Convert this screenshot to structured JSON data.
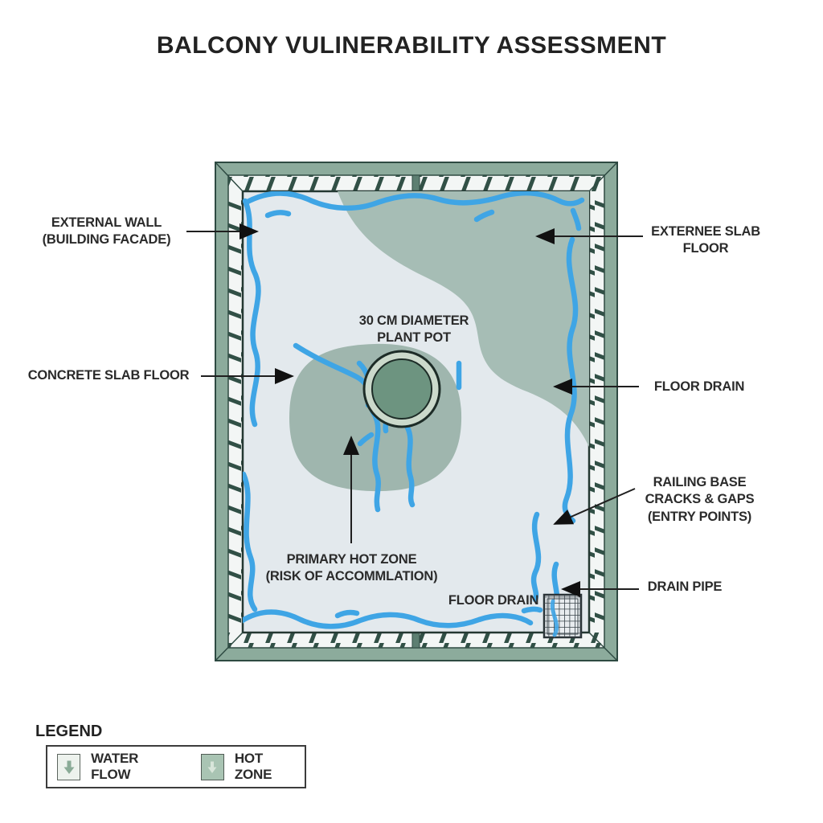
{
  "title": "BALCONY VULINERABILITY ASSESSMENT",
  "diagram": {
    "labels": {
      "external_wall": {
        "line1": "EXTERNAL WALL",
        "line2": "(BUILDING FACADE)"
      },
      "concrete_slab": {
        "line1": "CONCRETE SLAB FLOOR"
      },
      "externee_slab": {
        "line1": "EXTERNEE SLAB",
        "line2": "FLOOR"
      },
      "floor_drain_right": {
        "line1": "FLOOR DRAIN"
      },
      "railing_base": {
        "line1": "RAILING BASE",
        "line2": "CRACKS & GAPS",
        "line3": "(ENTRY POINTS)"
      },
      "drain_pipe": {
        "line1": "DRAIN PIPE"
      },
      "plant_pot": {
        "line1": "30 CM DIAMETER",
        "line2": "PLANT POT"
      },
      "primary_hot_zone": {
        "line1": "PRIMARY HOT ZONE",
        "line2": "(RISK OF ACCOMMLATION)"
      },
      "floor_drain_inner": {
        "line1": "FLOOR DRAIN"
      }
    },
    "features": {
      "plant_pot_diameter_cm": "30"
    }
  },
  "legend": {
    "heading": "LEGEND",
    "items": [
      {
        "label": "WATER FLOW",
        "icon": "down-arrow-icon",
        "swatch": "#edf2ed"
      },
      {
        "label": "HOT ZONE",
        "icon": "down-arrow-icon",
        "swatch": "#a9c4b3"
      }
    ]
  },
  "colors": {
    "water_flow": "#3fa5e5",
    "hot_zone": "#a6bdb5",
    "railing_frame": "#8cab9c",
    "floor": "#e3e9ed",
    "plant_pot_inner": "#6d9480",
    "plant_pot_rim": "#cbd9cb",
    "annotation_line": "#1f1f1f",
    "text": "#2b2b2b"
  }
}
